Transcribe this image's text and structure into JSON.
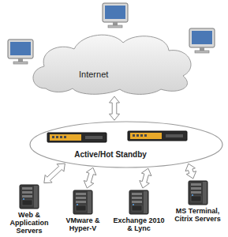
{
  "diagram": {
    "nodes": [
      {
        "text": [
          "Internet"
        ]
      },
      {
        "text": [
          "Active/Hot Standby"
        ]
      },
      {
        "text": [
          "Web & Application Servers"
        ]
      },
      {
        "text": [
          "VMware & Hyper-V"
        ]
      },
      {
        "text": [
          "Exchange 2010 & Lync"
        ]
      },
      {
        "text": [
          "MS Terminal, Citrix Servers"
        ]
      }
    ],
    "edges": [
      {
        "from": 0,
        "to": 1,
        "arrow": "both"
      },
      {
        "from": 1,
        "to": 2,
        "arrow": "both"
      },
      {
        "from": 1,
        "to": 3,
        "arrow": "both"
      },
      {
        "from": 1,
        "to": 4,
        "arrow": "both"
      },
      {
        "from": 1,
        "to": 5,
        "arrow": "both"
      }
    ]
  }
}
